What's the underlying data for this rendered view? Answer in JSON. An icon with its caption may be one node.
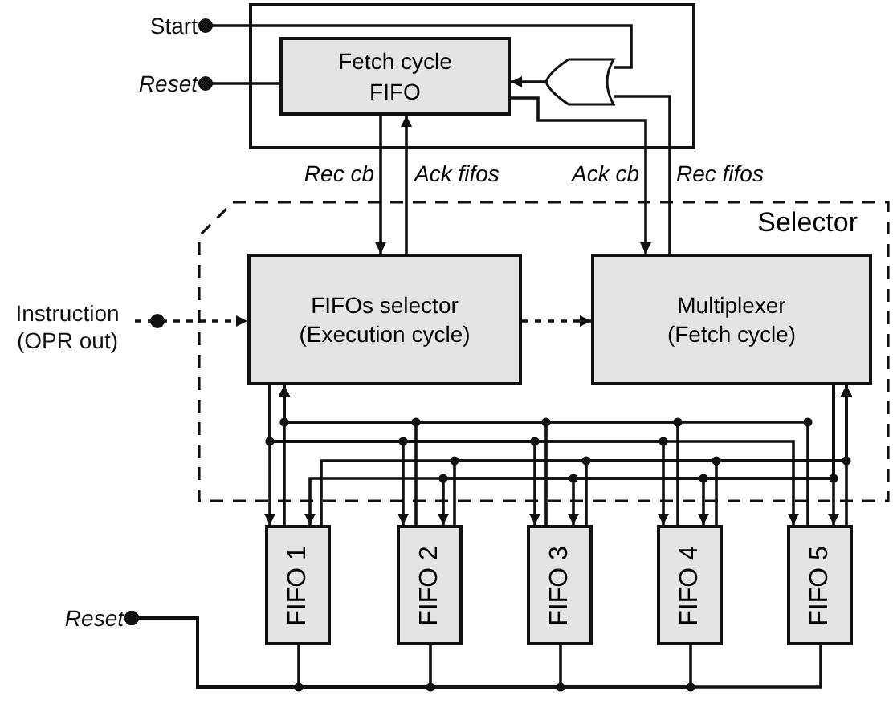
{
  "diagram": {
    "nodes": [
      {
        "text": [
          "Start"
        ]
      },
      {
        "text": [],
        "shape": "box"
      },
      {
        "text": [
          "Fetch cycle FIFO"
        ],
        "in": 1
      },
      {
        "text": [],
        "shape": "gate",
        "in": 1
      },
      {
        "text": [
          "Reset"
        ]
      },
      {
        "text": [
          "Selector"
        ]
      },
      {
        "text": [
          "Instruction (OPR out)"
        ]
      },
      {
        "text": [
          "FIFOs selector (Execution cycle)"
        ],
        "in": 5
      },
      {
        "text": [
          "Multiplexer (Fetch cycle)"
        ],
        "in": 5
      },
      {
        "text": [
          "FIFO 1"
        ]
      },
      {
        "text": [
          "FIFO 2"
        ]
      },
      {
        "text": [
          "FIFO 3"
        ]
      },
      {
        "text": [
          "FIFO 4"
        ]
      },
      {
        "text": [
          "FIFO 5"
        ]
      },
      {
        "text": [
          "Reset"
        ]
      }
    ],
    "edges": [
      {
        "from": 0,
        "to": 3,
        "arrow": "other"
      },
      {
        "from": 4,
        "to": 2,
        "arrow": "other"
      },
      {
        "from": 3,
        "to": 2,
        "arrow": "to"
      },
      {
        "from": 2,
        "to": 7,
        "arrow": "to",
        "label": "Rec cb"
      },
      {
        "from": 7,
        "to": 2,
        "arrow": "to",
        "label": "Ack fifos"
      },
      {
        "from": 2,
        "to": 8,
        "arrow": "to",
        "label": "Ack cb"
      },
      {
        "from": 8,
        "to": 3,
        "arrow": "none",
        "label": "Rec fifos"
      },
      {
        "from": 6,
        "to": 7,
        "arrow": "to",
        "style": "dashed"
      },
      {
        "from": 7,
        "to": 8,
        "arrow": "to",
        "style": "dashed"
      },
      {
        "from": 7,
        "to": 9,
        "arrow": "to"
      },
      {
        "from": 7,
        "to": 10,
        "arrow": "to"
      },
      {
        "from": 7,
        "to": 11,
        "arrow": "to"
      },
      {
        "from": 7,
        "to": 12,
        "arrow": "to"
      },
      {
        "from": 7,
        "to": 13,
        "arrow": "to"
      },
      {
        "from": 9,
        "to": 7,
        "arrow": "to"
      },
      {
        "from": 10,
        "to": 7,
        "arrow": "to"
      },
      {
        "from": 11,
        "to": 7,
        "arrow": "to"
      },
      {
        "from": 12,
        "to": 7,
        "arrow": "to"
      },
      {
        "from": 13,
        "to": 7,
        "arrow": "to"
      },
      {
        "from": 8,
        "to": 9,
        "arrow": "to"
      },
      {
        "from": 8,
        "to": 10,
        "arrow": "to"
      },
      {
        "from": 8,
        "to": 11,
        "arrow": "to"
      },
      {
        "from": 8,
        "to": 12,
        "arrow": "to"
      },
      {
        "from": 8,
        "to": 13,
        "arrow": "to"
      },
      {
        "from": 9,
        "to": 8,
        "arrow": "to"
      },
      {
        "from": 10,
        "to": 8,
        "arrow": "to"
      },
      {
        "from": 11,
        "to": 8,
        "arrow": "to"
      },
      {
        "from": 12,
        "to": 8,
        "arrow": "to"
      },
      {
        "from": 13,
        "to": 8,
        "arrow": "to"
      },
      {
        "from": 14,
        "to": 9,
        "arrow": "other"
      },
      {
        "from": 14,
        "to": 10,
        "arrow": "other"
      },
      {
        "from": 14,
        "to": 11,
        "arrow": "other"
      },
      {
        "from": 14,
        "to": 12,
        "arrow": "other"
      },
      {
        "from": 14,
        "to": 13,
        "arrow": "other"
      }
    ]
  }
}
